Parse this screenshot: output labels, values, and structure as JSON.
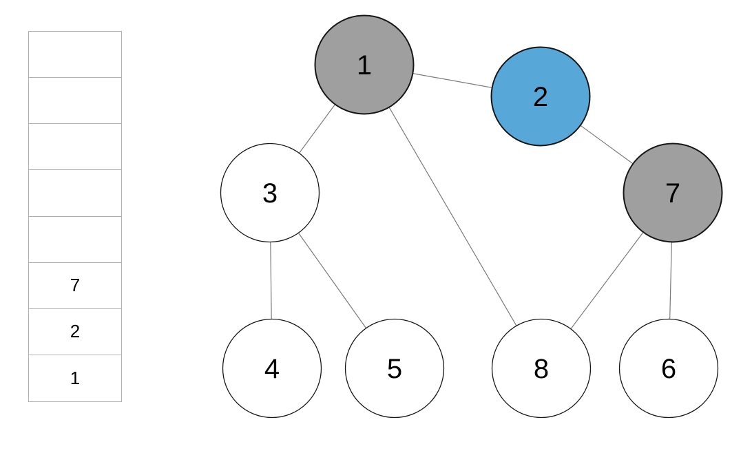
{
  "colors": {
    "background": "#ffffff",
    "node_visited_fill": "#9f9f9f",
    "node_current_fill": "#57a8d9",
    "node_default_fill": "#ffffff",
    "node_border": "#161616",
    "edge": "#7a7a7a",
    "stack_border": "#b1b1b1"
  },
  "stack": {
    "cells": [
      "",
      "",
      "",
      "",
      "",
      "7",
      "2",
      "1"
    ]
  },
  "graph": {
    "nodes": [
      {
        "id": 1,
        "label": "1",
        "fill": "#9f9f9f",
        "state": "visited"
      },
      {
        "id": 2,
        "label": "2",
        "fill": "#57a8d9",
        "state": "current"
      },
      {
        "id": 3,
        "label": "3",
        "fill": "#ffffff",
        "state": "unvisited"
      },
      {
        "id": 4,
        "label": "4",
        "fill": "#ffffff",
        "state": "unvisited"
      },
      {
        "id": 5,
        "label": "5",
        "fill": "#ffffff",
        "state": "unvisited"
      },
      {
        "id": 6,
        "label": "6",
        "fill": "#ffffff",
        "state": "unvisited"
      },
      {
        "id": 7,
        "label": "7",
        "fill": "#9f9f9f",
        "state": "visited"
      },
      {
        "id": 8,
        "label": "8",
        "fill": "#ffffff",
        "state": "unvisited"
      }
    ],
    "edges": [
      "1-2",
      "1-3",
      "1-8",
      "2-7",
      "3-4",
      "3-5",
      "7-8",
      "7-6"
    ]
  }
}
